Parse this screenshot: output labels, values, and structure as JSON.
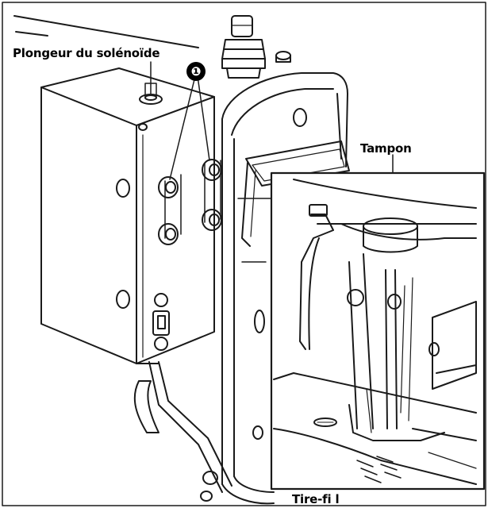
{
  "labels": {
    "plunger": "Plongeur du solénoïde",
    "tampon": "Tampon",
    "thread_puller": "Tire-fi l",
    "marker": "❶"
  },
  "colors": {
    "line": "#1a1a1a",
    "background": "#ffffff",
    "marker": "#000000"
  }
}
